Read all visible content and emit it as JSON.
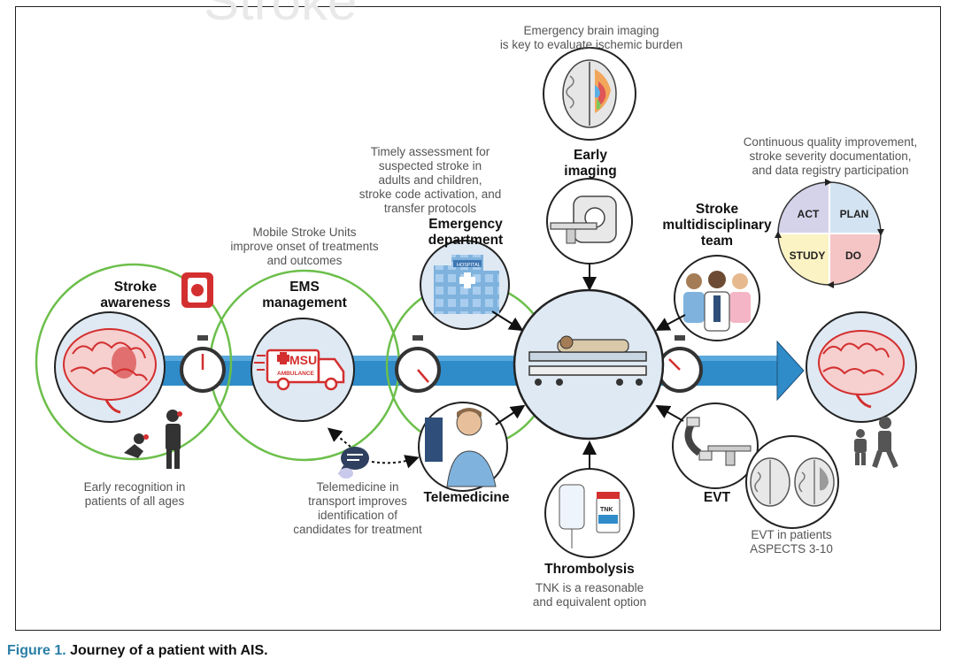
{
  "nodes": {
    "stroke_awareness": {
      "label": "Stroke\nawareness",
      "note": "Early recognition in\npatients of all ages"
    },
    "ems": {
      "label": "EMS\nmanagement",
      "note": "Mobile Stroke Units\nimprove onset of treatments\nand outcomes",
      "ambulance_text": "MSU",
      "ambulance_sub": "AMBULANCE"
    },
    "emergency": {
      "label": "Emergency\ndepartment",
      "note": "Timely assessment for\nsuspected stroke in\nadults and children,\nstroke code activation, and\ntransfer protocols",
      "building_text": "HOSPITAL"
    },
    "imaging": {
      "label": "Early\nimaging",
      "note": "Emergency brain imaging\nis key to evaluate ischemic burden"
    },
    "team": {
      "label": "Stroke\nmultidisciplinary\nteam"
    },
    "telemedicine": {
      "label": "Telemedicine",
      "note": "Telemedicine in\ntransport improves\nidentification of\ncandidates for treatment"
    },
    "thrombolysis": {
      "label": "Thrombolysis",
      "note": "TNK is a reasonable\nand equivalent option",
      "vial_text": "TNK"
    },
    "evt": {
      "label": "EVT",
      "note": "EVT in patients\nASPECTS 3-10"
    }
  },
  "pdsa": {
    "note": "Continuous quality improvement,\nstroke severity documentation,\nand data registry participation",
    "quadrants": [
      "ACT",
      "PLAN",
      "STUDY",
      "DO"
    ],
    "colors": [
      "#d5d3ea",
      "#d3e3f1",
      "#fbf3c4",
      "#f5c5c5"
    ]
  },
  "caption": {
    "figure": "Figure 1.",
    "text": " Journey of a patient with AIS."
  },
  "colors": {
    "arrow": "#2f8cc9",
    "arrow_dark": "#1c4f7a",
    "circle_fill": "#dfe9f3",
    "green_ring": "#6cbf4b",
    "brain_red": "#d32f2f"
  }
}
